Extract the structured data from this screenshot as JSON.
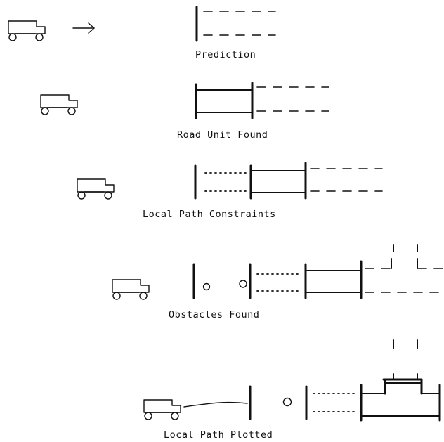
{
  "stages": [
    {
      "id": "prediction",
      "caption": "Prediction"
    },
    {
      "id": "road-unit-found",
      "caption": "Road Unit Found"
    },
    {
      "id": "local-path-constraints",
      "caption": "Local Path Constraints"
    },
    {
      "id": "obstacles-found",
      "caption": "Obstacles Found"
    },
    {
      "id": "local-path-plotted",
      "caption": "Local Path Plotted"
    }
  ]
}
